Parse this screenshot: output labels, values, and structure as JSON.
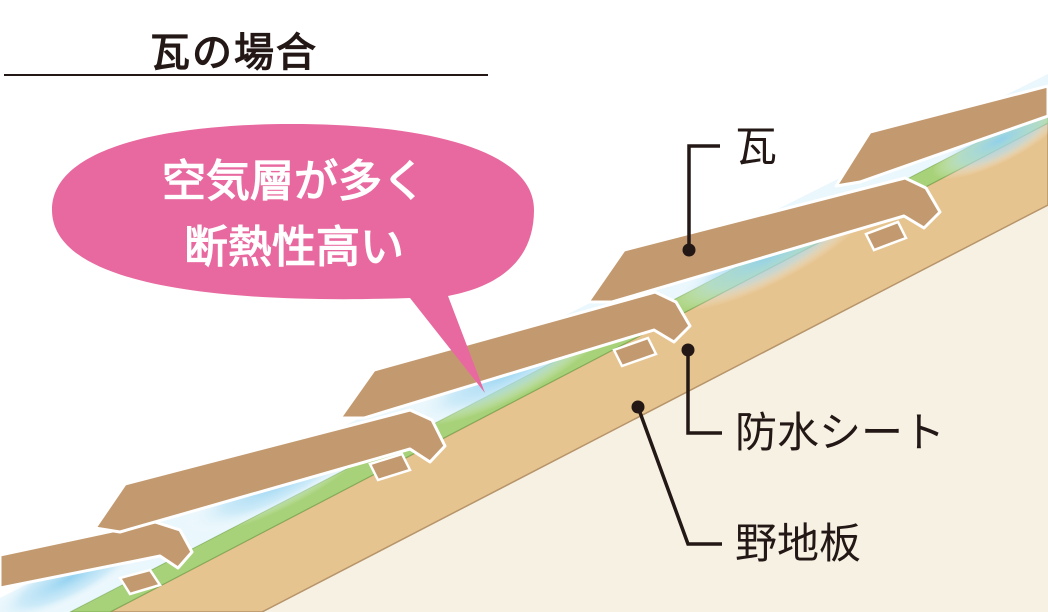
{
  "title": "瓦の場合",
  "bubble": {
    "line1": "空気層が多く",
    "line2": "断熱性高い"
  },
  "labels": {
    "kawara": "瓦",
    "waterproof_sheet": "防水シート",
    "sheathing_board": "野地板"
  },
  "colors": {
    "tile": "#c39a70",
    "tile_stroke": "#ffffff",
    "board": "#e6c48f",
    "sheet": "#a8d27a",
    "wall": "#f6f1e3",
    "air": "#8fd0f0",
    "bubble": "#e8699f",
    "leader": "#231815"
  }
}
